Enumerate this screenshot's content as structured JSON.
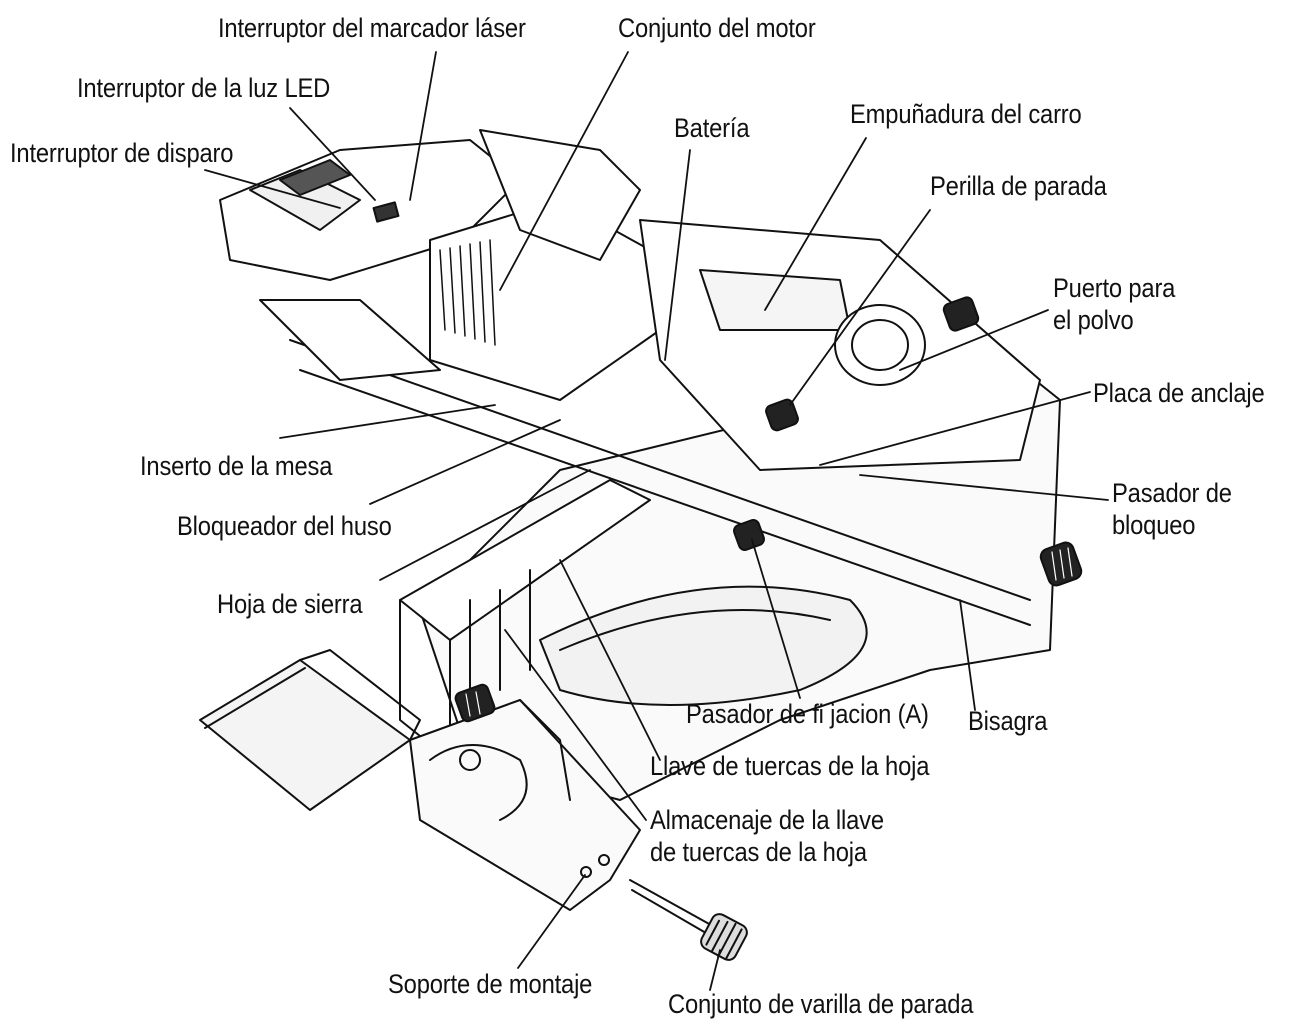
{
  "labels": {
    "laser_switch": "Interruptor del marcador láser",
    "motor_assembly": "Conjunto del motor",
    "led_switch": "Interruptor de la luz LED",
    "battery": "Batería",
    "carriage_handle": "Empuñadura del carro",
    "trigger_switch": "Interruptor de disparo",
    "stop_knob": "Perilla de parada",
    "dust_port": "Puerto para\nel polvo",
    "anchor_plate": "Placa de anclaje",
    "table_insert": "Inserto de la mesa",
    "lock_pin": "Pasador de\nbloqueo",
    "spindle_lock": "Bloqueador del huso",
    "saw_blade": "Hoja de sierra",
    "fixing_pin_a": "Pasador de fi jacion (A)",
    "hinge": "Bisagra",
    "blade_wrench": "Llave de tuercas de la hoja",
    "wrench_storage": "Almacenaje de la llave\nde tuercas de la hoja",
    "mounting_bracket": "Soporte de montaje",
    "stop_rod_assembly": "Conjunto de varilla de parada"
  }
}
